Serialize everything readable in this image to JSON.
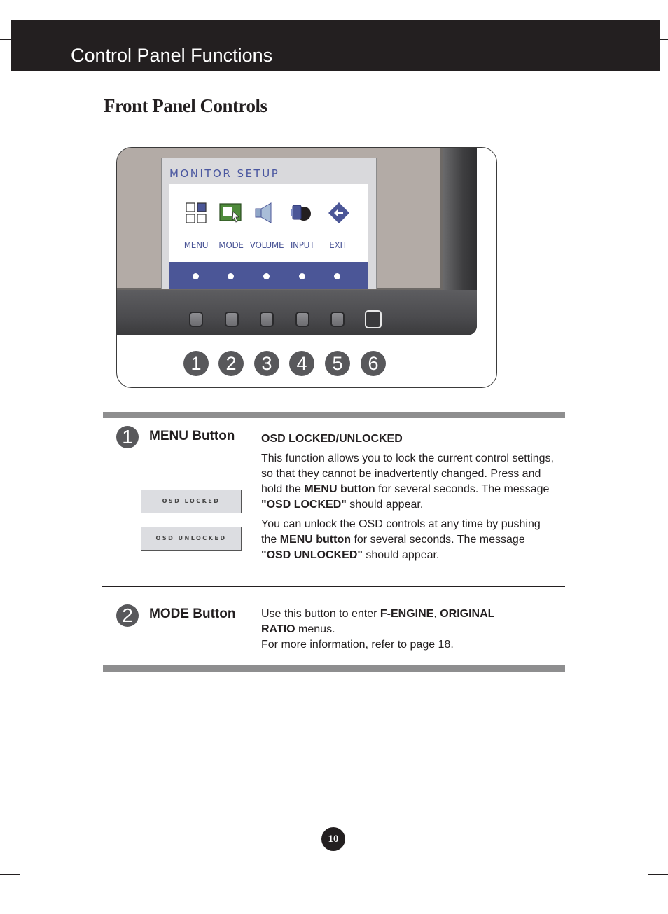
{
  "header": {
    "title": "Control Panel Functions"
  },
  "section": {
    "title": "Front Panel Controls"
  },
  "figure": {
    "osd_title": "MONITOR SETUP",
    "osd_items": [
      "MENU",
      "MODE",
      "VOLUME",
      "INPUT",
      "EXIT"
    ],
    "button_numbers": [
      "1",
      "2",
      "3",
      "4",
      "5",
      "6"
    ]
  },
  "menu_section": {
    "marker": "1",
    "name": "MENU Button",
    "heading": "OSD LOCKED/UNLOCKED",
    "para1_a": "This function allows you to lock the current control settings, so that they cannot be inadvertently changed. Press and hold the ",
    "para1_b": "MENU button",
    "para1_c": " for several seconds. The message ",
    "para1_d": "\"OSD LOCKED\"",
    "para1_e": " should appear.",
    "para2_a": "You can unlock the OSD controls at any time by pushing the ",
    "para2_b": "MENU button",
    "para2_c": " for several seconds. The message ",
    "para2_d": "\"OSD UNLOCKED\"",
    "para2_e": " should appear.",
    "osd_locked": "OSD LOCKED",
    "osd_unlocked": "OSD UNLOCKED"
  },
  "mode_section": {
    "marker": "2",
    "name": "MODE Button",
    "line1_a": "Use this button to enter ",
    "line1_b": "F-ENGINE",
    "line1_c": ", ",
    "line1_d": "ORIGINAL RATIO",
    "line1_e": " menus.",
    "line2": "For more information, refer to page 18."
  },
  "page": {
    "number": "10"
  },
  "colors": {
    "header_bg": "#231f20",
    "osd_accent": "#4b5697",
    "marker_gray": "#58585b",
    "rule_gray": "#8e8e8f"
  }
}
